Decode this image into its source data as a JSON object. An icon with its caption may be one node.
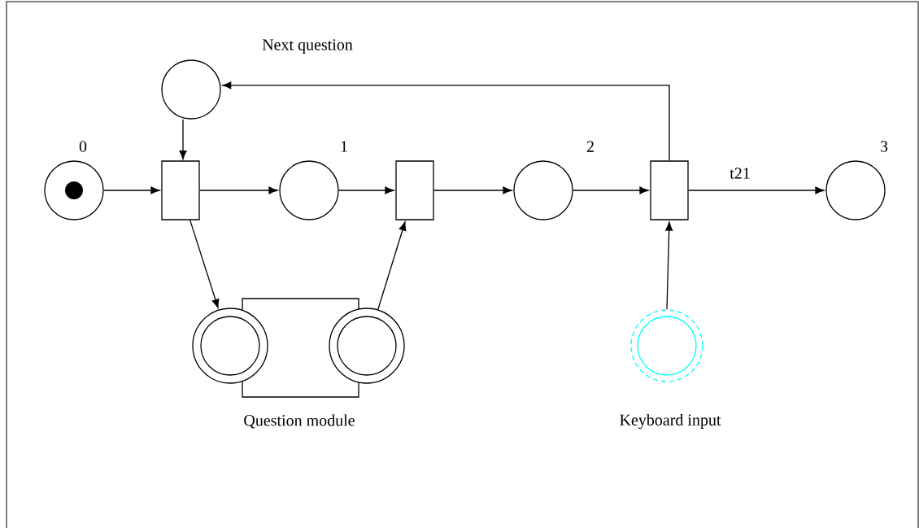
{
  "diagram": {
    "nodes": [
      {
        "text": [],
        "shape": "circle",
        "beside": [
          "0"
        ]
      },
      {
        "text": [],
        "shape": "circle",
        "beside": [
          "Next question"
        ]
      },
      {
        "text": [],
        "shape": "box"
      },
      {
        "text": [],
        "shape": "circle",
        "beside": [
          "1"
        ]
      },
      {
        "text": [],
        "shape": "box"
      },
      {
        "text": [],
        "shape": "circle",
        "beside": [
          "2"
        ]
      },
      {
        "text": [],
        "shape": "box",
        "beside": [
          "t21"
        ]
      },
      {
        "text": [],
        "shape": "circle",
        "beside": [
          "3"
        ]
      },
      {
        "text": [],
        "shape": "box",
        "beside": [
          "Question module"
        ]
      },
      {
        "text": [],
        "shape": "circle"
      },
      {
        "text": [],
        "shape": "circle"
      },
      {
        "text": [],
        "shape": "circle",
        "beside": [
          "Keyboard input"
        ]
      }
    ],
    "edges": [
      {
        "from": 0,
        "to": 2,
        "arrow": "to"
      },
      {
        "from": 1,
        "to": 2,
        "arrow": "to"
      },
      {
        "from": 2,
        "to": 3,
        "arrow": "to"
      },
      {
        "from": 3,
        "to": 4,
        "arrow": "to"
      },
      {
        "from": 4,
        "to": 5,
        "arrow": "to"
      },
      {
        "from": 5,
        "to": 6,
        "arrow": "to"
      },
      {
        "from": 6,
        "to": 7,
        "arrow": "to"
      },
      {
        "from": 2,
        "to": 9,
        "arrow": "to"
      },
      {
        "from": 10,
        "to": 4,
        "arrow": "to"
      },
      {
        "from": 11,
        "to": 6,
        "arrow": "to"
      },
      {
        "from": 6,
        "to": 1,
        "arrow": "to"
      }
    ]
  }
}
